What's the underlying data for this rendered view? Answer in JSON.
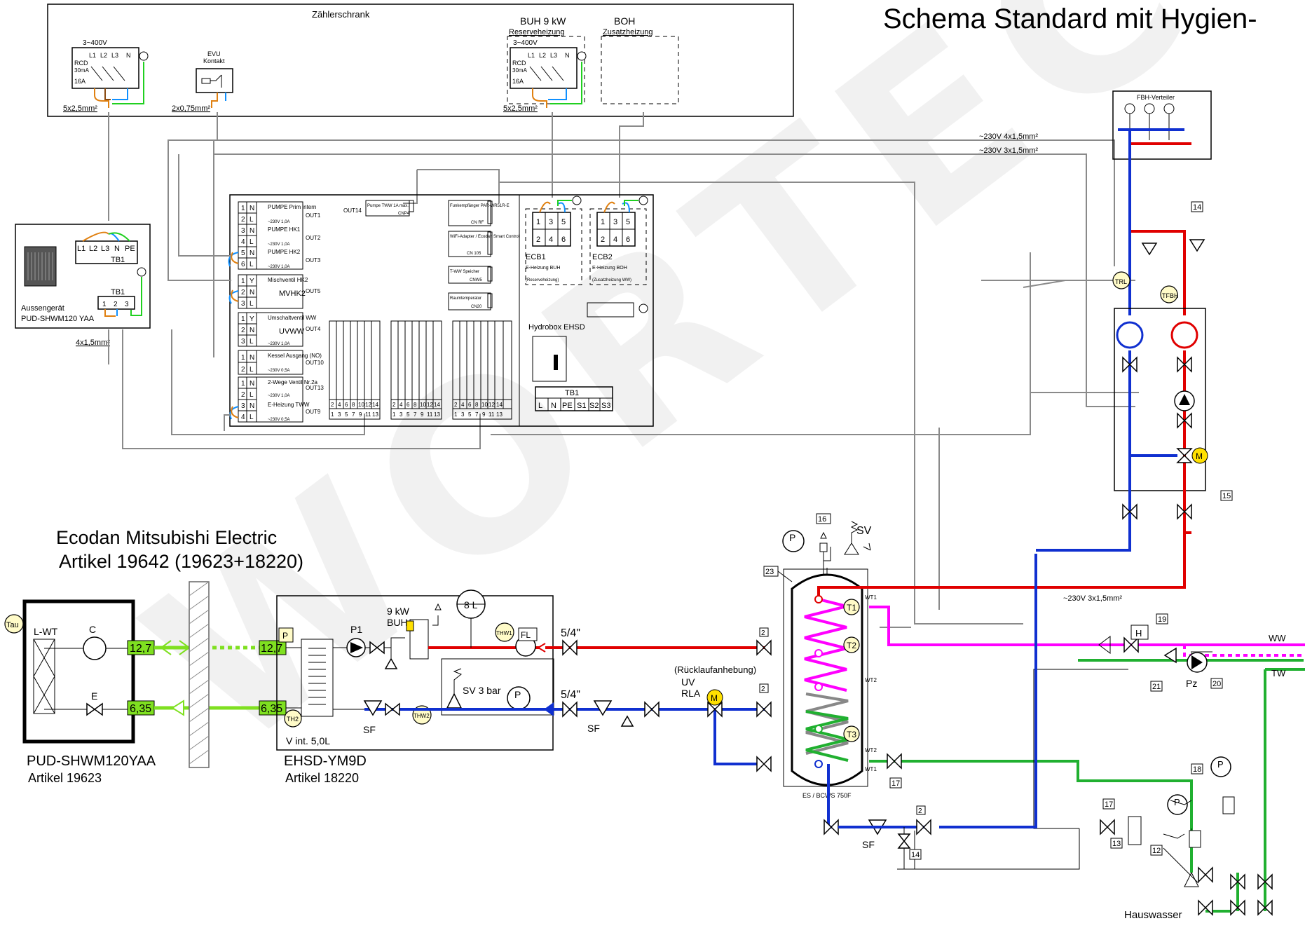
{
  "title": "Schema Standard mit Hygien-",
  "cabinet": {
    "title": "Zählerschrank",
    "voltage_left": "3~400V",
    "rcd": [
      "RCD",
      "30mA",
      "16A"
    ],
    "phases": [
      "L1",
      "L2",
      "L3",
      "N"
    ],
    "cable_left": "5x2,5mm²",
    "evu_label": "EVU",
    "evu_sub": "Kontakt",
    "cable_evu": "2x0,75mm²",
    "buh_title": "BUH  9 kW",
    "buh_sub": "Reserveheizung",
    "buh_voltage": "3~400V",
    "boh_title": "BOH",
    "boh_sub": "Zusatzheizung",
    "cable_buh": "5x2,5mm²"
  },
  "cables": {
    "c1": "~230V  4x1,5mm²",
    "c2": "~230V  3x1,5mm²",
    "c3": "~230V  3x1,5mm²",
    "outdoor": "4x1,5mm²"
  },
  "outdoor_unit": {
    "name1": "Aussengerät",
    "name2": "PUD-SHWM120 YAA",
    "tb1": "TB1",
    "tb1_terms": [
      "L1",
      "L2",
      "L3",
      "N",
      "PE"
    ],
    "tb1b": "TB1",
    "tb1b_terms": [
      "1",
      "2",
      "3"
    ]
  },
  "controller": {
    "outputs": [
      {
        "terms": [
          "1",
          "N",
          "2",
          "L"
        ],
        "label": "PUMPE Prim intern",
        "rating": "~230V 1,0A",
        "out": "OUT1"
      },
      {
        "terms": [
          "3",
          "N",
          "4",
          "L"
        ],
        "label": "PUMPE HK1",
        "rating": "~230V 1,0A",
        "out": "OUT2"
      },
      {
        "terms": [
          "5",
          "N",
          "6",
          "L"
        ],
        "label": "PUMPE HK2",
        "rating": "~230V 1,0A",
        "out": "OUT3"
      },
      {
        "terms": [
          "1",
          "Y",
          "2",
          "N",
          "3",
          "L"
        ],
        "label": "Mischventil HK2",
        "rating": "MVHK2",
        "out": "OUT5"
      },
      {
        "terms": [
          "1",
          "Y",
          "2",
          "N",
          "3",
          "L"
        ],
        "label": "Umschaltventil WW",
        "rating": "~230V 1,0A",
        "out": "OUT4"
      },
      {
        "terms": [
          "1",
          "N",
          "2",
          "L"
        ],
        "label": "Kessel Ausgang (NO)",
        "rating": "~230V 0,5A",
        "out": "OUT10"
      },
      {
        "terms": [
          "1",
          "N",
          "2",
          "L"
        ],
        "label": "2-Wege Ventil Nr.2a",
        "rating": "~230V 1,0A",
        "out": "OUT13"
      },
      {
        "terms": [
          "3",
          "N",
          "4",
          "L"
        ],
        "label": "E-Heizung TWW",
        "rating": "~230V 0,5A",
        "out": "OUT9"
      }
    ],
    "uvww": "UVWW",
    "out14": "OUT14",
    "out14_label": "Pumpe TWW 1A max.",
    "cnp4": "CNP4",
    "modules": [
      {
        "label": "Funkempfänger PAR-WR51R-E",
        "conn": "CN RF"
      },
      {
        "label": "WiFi-Adapter / Ecodan Smart Control",
        "conn": "CN 105"
      },
      {
        "label": "T-WW Speicher",
        "conn": "CNW5"
      },
      {
        "label": "Raumtemperatur",
        "conn": "CN20"
      }
    ],
    "ecb1": "ECB1",
    "ecb1_sub": "E-Heizung BUH",
    "ecb1_sub2": "(Reserveheizung)",
    "ecb2": "ECB2",
    "ecb2_sub": "E-Heizung BOH",
    "ecb2_sub2": "(Zusatzheizung WW)",
    "ecb_top": [
      "1",
      "3",
      "5"
    ],
    "ecb_bot": [
      "2",
      "4",
      "6"
    ],
    "hydrobox": "Hydrobox EHSD",
    "tb1": "TB1",
    "tb1_terms": [
      "L",
      "N",
      "PE",
      "S1",
      "S2",
      "S3"
    ],
    "strip1": [
      "2",
      "4",
      "6",
      "8",
      "10",
      "12",
      "14"
    ],
    "strip1b": [
      "1",
      "3",
      "5",
      "7",
      "9",
      "11",
      "13"
    ],
    "strip2": [
      "2",
      "4",
      "6",
      "8",
      "10",
      "12",
      "14"
    ],
    "strip2b": [
      "1",
      "3",
      "5",
      "7",
      "9",
      "11",
      "13"
    ],
    "strip3": [
      "2",
      "4",
      "6",
      "8",
      "10",
      "12",
      "14"
    ],
    "strip3b": [
      "1",
      "3",
      "5",
      "7",
      "9",
      "11",
      "13"
    ]
  },
  "product": {
    "line1": "Ecodan Mitsubishi Electric",
    "line2": "Artikel 19642 (19623+18220)"
  },
  "unit_left": {
    "lwt": "L-WT",
    "c": "C",
    "e": "E",
    "tau": "Tau",
    "name": "PUD-SHWM120YAA",
    "art": "Artikel  19623",
    "pipe1": "12,7",
    "pipe2": "6,35"
  },
  "hydro_unit": {
    "pipe1": "12,7",
    "pipe2": "6,35",
    "buh": "9 kW",
    "buh2": "BUH",
    "p1": "P1",
    "vessel": "8 L",
    "sv": "SV 3 bar",
    "thw1": "THW1",
    "thw2": "THW2",
    "th2": "TH2",
    "fl": "FL",
    "sf": "SF",
    "vint": "V int. 5,0L",
    "name": "EHSD-YM9D",
    "art": "Artikel 18220",
    "p": "P"
  },
  "pipes": {
    "d1": "5/4\"",
    "d2": "5/4\"",
    "sf": "SF",
    "sf2": "SF",
    "rla1": "(Rücklaufanhebung)",
    "rla2": "UV",
    "rla3": "RLA",
    "m": "M",
    "no2a": "2",
    "no2b": "2",
    "no2c": "2"
  },
  "tank": {
    "label": "ES / BCWS 750F",
    "no": "23",
    "wt1": "WT1",
    "wt2": "WT2",
    "wt2b": "WT2",
    "wt1b": "WT1",
    "t1": "T1",
    "t2": "T2",
    "t3": "T3",
    "no16": "16",
    "sv": "SV",
    "p": "P"
  },
  "fbh": {
    "title": "FBH-Verteiler",
    "trl": "TRL",
    "tfbh": "TFBH",
    "no14": "14",
    "no15": "15",
    "m": "M"
  },
  "right": {
    "ww": "WW",
    "tw": "TW",
    "h": "H",
    "pz": "Pz",
    "no19": "19",
    "no20": "20",
    "no21": "21",
    "no17": "17",
    "no17b": "17",
    "no18": "18",
    "no13": "13",
    "no12": "12",
    "no14b": "14",
    "hauswasser": "Hauswasser",
    "p": "P"
  },
  "watermark": "WORTEC"
}
